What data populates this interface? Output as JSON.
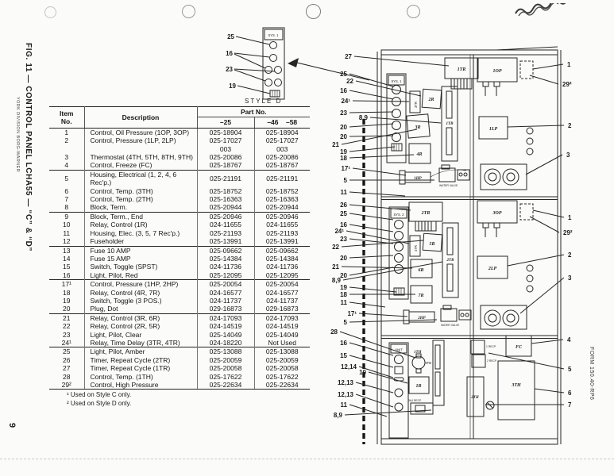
{
  "page": {
    "fig_caption": "FIG. 11 — CONTROL PANEL LCHA55 — “C” & “D”",
    "division": "YORK DIVISION BORG-WARNER",
    "page_number": "9",
    "form_number": "FORM 150.40-RP6"
  },
  "inset": {
    "panel_label": "SYS. 1",
    "caption": "STYLE D",
    "callouts": [
      "25",
      "16",
      "23",
      "19"
    ]
  },
  "table": {
    "headers": {
      "item": "Item\nNo.",
      "description": "Description",
      "part": "Part No.",
      "col1": "–25",
      "col2": "–46",
      "col3": "–58"
    },
    "rows": [
      {
        "item": "1",
        "description": "Control, Oil Pressure (1OP, 3OP)",
        "part_25": "025-18904",
        "part_46_58": "025-18904"
      },
      {
        "item": "2",
        "description": "Control, Pressure (1LP, 2LP)",
        "part_25": "025-17027",
        "part_46_58": "025-17027"
      },
      {
        "item": "",
        "description": "",
        "part_25": "003",
        "part_46_58": "003"
      },
      {
        "item": "3",
        "description": "Thermostat (4TH, 5TH, 8TH, 9TH)",
        "part_25": "025-20086",
        "part_46_58": "025-20086"
      },
      {
        "item": "4",
        "description": "Control, Freeze (FC)",
        "part_25": "025-18767",
        "part_46_58": "025-18767"
      },
      {
        "item": "5",
        "description": "Housing, Electrical (1, 2, 4, 6 Rec'p.)",
        "part_25": "025-21191",
        "part_46_58": "025-21191"
      },
      {
        "item": "6",
        "description": "Control, Temp. (3TH)",
        "part_25": "025-18752",
        "part_46_58": "025-18752"
      },
      {
        "item": "7",
        "description": "Control, Temp. (2TH)",
        "part_25": "025-16363",
        "part_46_58": "025-16363"
      },
      {
        "item": "8",
        "description": "Block, Term.",
        "part_25": "025-20944",
        "part_46_58": "025-20944"
      },
      {
        "item": "9",
        "description": "Block, Term., End",
        "part_25": "025-20946",
        "part_46_58": "025-20946"
      },
      {
        "item": "10",
        "description": "Relay, Control (1R)",
        "part_25": "024-11655",
        "part_46_58": "024-11655"
      },
      {
        "item": "11",
        "description": "Housing, Elec. (3, 5, 7 Rec'p.)",
        "part_25": "025-21193",
        "part_46_58": "025-21193"
      },
      {
        "item": "12",
        "description": "Fuseholder",
        "part_25": "025-13991",
        "part_46_58": "025-13991"
      },
      {
        "item": "13",
        "description": "Fuse 10 AMP",
        "part_25": "025-09662",
        "part_46_58": "025-09662"
      },
      {
        "item": "14",
        "description": "Fuse 15 AMP",
        "part_25": "025-14384",
        "part_46_58": "025-14384"
      },
      {
        "item": "15",
        "description": "Switch, Toggle (SPST)",
        "part_25": "024-11736",
        "part_46_58": "024-11736"
      },
      {
        "item": "16",
        "description": "Light, Pilot, Red",
        "part_25": "025-12095",
        "part_46_58": "025-12095"
      },
      {
        "item": "17¹",
        "description": "Control, Pressure (1HP, 2HP)",
        "part_25": "025-20054",
        "part_46_58": "025-20054"
      },
      {
        "item": "18",
        "description": "Relay, Control (4R, 7R)",
        "part_25": "024-16577",
        "part_46_58": "024-16577"
      },
      {
        "item": "19",
        "description": "Switch, Toggle (3 POS.)",
        "part_25": "024-11737",
        "part_46_58": "024-11737"
      },
      {
        "item": "20",
        "description": "Plug, Dot",
        "part_25": "029-16873",
        "part_46_58": "029-16873"
      },
      {
        "item": "21",
        "description": "Relay, Control (3R, 6R)",
        "part_25": "024-17093",
        "part_46_58": "024-17093"
      },
      {
        "item": "22",
        "description": "Relay, Control (2R, 5R)",
        "part_25": "024-14519",
        "part_46_58": "024-14519"
      },
      {
        "item": "23",
        "description": "Light, Pilot, Clear",
        "part_25": "025-14049",
        "part_46_58": "025-14049"
      },
      {
        "item": "24¹",
        "description": "Relay, Time Delay (3TR, 4TR)",
        "part_25": "024-18220",
        "part_46_58": "Not Used"
      },
      {
        "item": "25",
        "description": "Light, Pilot, Amber",
        "part_25": "025-13088",
        "part_46_58": "025-13088"
      },
      {
        "item": "26",
        "description": "Timer, Repeat Cycle (2TR)",
        "part_25": "025-20059",
        "part_46_58": "025-20059"
      },
      {
        "item": "27",
        "description": "Timer, Repeat Cycle (1TR)",
        "part_25": "025-20058",
        "part_46_58": "025-20058"
      },
      {
        "item": "28",
        "description": "Control, Temp. (1TH)",
        "part_25": "025-17622",
        "part_46_58": "025-17622"
      },
      {
        "item": "29²",
        "description": "Control, High Pressure",
        "part_25": "025-22634",
        "part_46_58": "025-22634"
      }
    ]
  },
  "footnotes": [
    "¹ Used on Style C only.",
    "² Used on Style D only."
  ],
  "diagram": {
    "labels": {
      "sys1": "SYS. 1",
      "tr1": "1TR",
      "tr3": "3TR",
      "r2": "2R",
      "r3": "3R",
      "r4": "4R",
      "tb1": "1TB",
      "hp1": "1HP",
      "wv1": "WATER VALVE",
      "op1": "1OP",
      "lp1": "1LP",
      "tr2": "2TR",
      "sys2": "SYS. 2",
      "tr4": "4TR",
      "r5": "5R",
      "r6": "6R",
      "tb2": "2TB",
      "r7": "7R",
      "hp2": "2HP",
      "wv2": "WATER VALVE",
      "op3": "3OP",
      "lp2": "2LP",
      "unit": "UNIT",
      "th1": "1TH",
      "tb3": "3TB",
      "r1": "1R",
      "recp34": "3&4 RECP",
      "recp1": "1 RECP",
      "recp2": "2 RECP",
      "fc": "FC",
      "th3": "3TH",
      "th2": "2TH"
    },
    "callouts_left": [
      "27",
      "25",
      "22",
      "16",
      "24¹",
      "23",
      "8,9",
      "20",
      "20",
      "21",
      "19",
      "18",
      "17¹",
      "5",
      "11",
      "26",
      "25",
      "16",
      "24¹",
      "23",
      "22",
      "20",
      "21",
      "20",
      "8,9",
      "19",
      "18",
      "11",
      "17¹",
      "5",
      "28",
      "16",
      "15",
      "12,14",
      "10",
      "12,13",
      "12,13",
      "11",
      "8,9"
    ],
    "callouts_right": [
      "1",
      "29²",
      "2",
      "3",
      "1",
      "29²",
      "2",
      "3",
      "4",
      "5",
      "6",
      "7"
    ]
  }
}
